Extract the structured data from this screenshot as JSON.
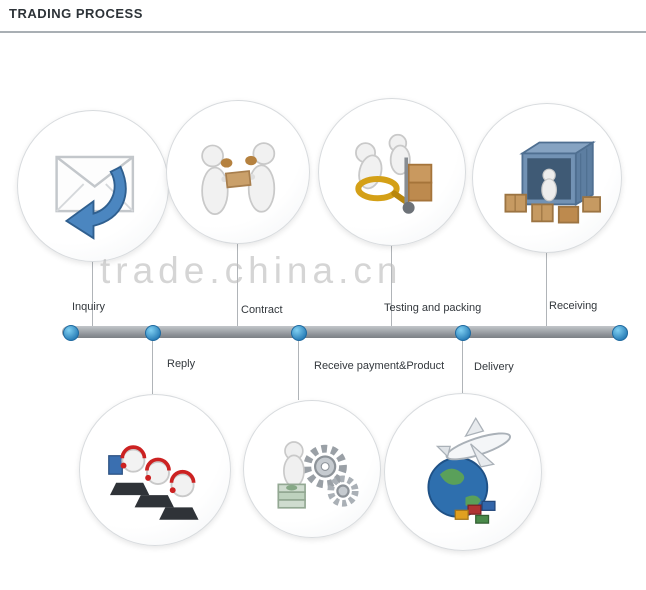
{
  "header": {
    "title": "TRADING PROCESS"
  },
  "watermark": {
    "text": "trade.china.cn"
  },
  "colors": {
    "accent_blue": "#2b7fb8",
    "bar_gray": "#8e9398",
    "circle_border": "#d8dbde",
    "gold": "#d4a017",
    "cardboard": "#c69a62",
    "container_blue": "#7292b4"
  },
  "steps": {
    "top": [
      {
        "label": "Inquiry",
        "icon": "envelope-reply-icon"
      },
      {
        "label": "Contract",
        "icon": "handshake-figures-icon"
      },
      {
        "label": "Testing and packing",
        "icon": "inspection-trolley-icon"
      },
      {
        "label": "Receiving",
        "icon": "container-unloading-icon"
      }
    ],
    "bottom": [
      {
        "label": "Reply",
        "icon": "support-team-icon"
      },
      {
        "label": "Receive payment&Product",
        "icon": "payment-gears-icon"
      },
      {
        "label": "Delivery",
        "icon": "air-freight-globe-icon"
      }
    ]
  }
}
